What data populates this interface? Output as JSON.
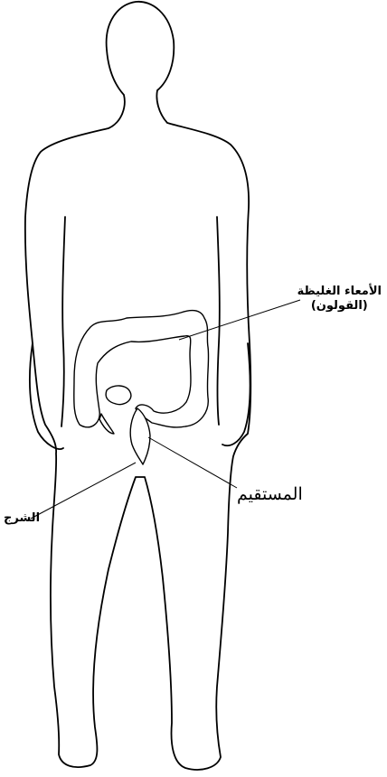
{
  "labels": {
    "colon_line1": "الأمعاء الغليظة",
    "colon_line2": "(القولون)",
    "rectum": "المستقيم",
    "anus": "الشرج"
  }
}
